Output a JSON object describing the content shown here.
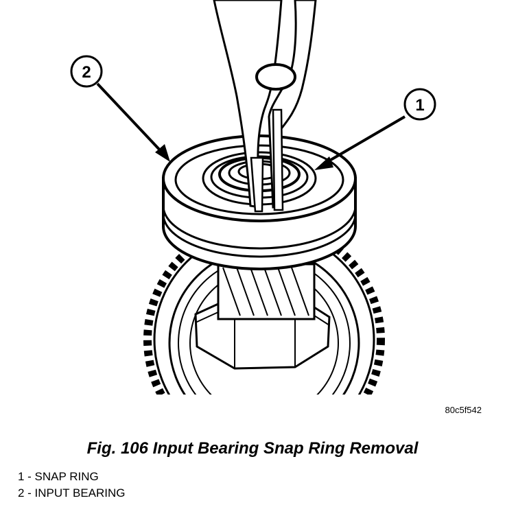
{
  "figure": {
    "image_code": "80c5f542",
    "callouts": [
      {
        "number": "1"
      },
      {
        "number": "2"
      }
    ]
  },
  "caption": "Fig. 106 Input Bearing Snap Ring Removal",
  "legend": [
    "1 - SNAP RING",
    "2 - INPUT BEARING"
  ]
}
